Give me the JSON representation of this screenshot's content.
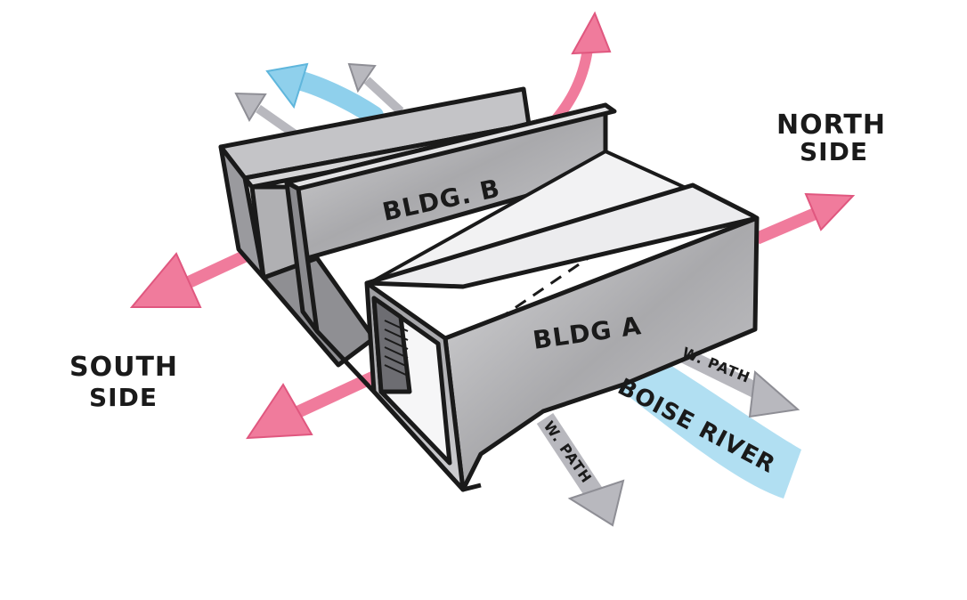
{
  "labels": {
    "north_line1": "NORTH",
    "north_line2": "SIDE",
    "south_line1": "SOUTH",
    "south_line2": "SIDE",
    "bldg_b": "BLDG. B",
    "bldg_a": "BLDG A",
    "river": "BOISE RIVER",
    "path_right": "W. PATH",
    "path_bottom": "W. PATH"
  },
  "colors": {
    "wind_pink": "#f07b9c",
    "river_blue": "#8fd0ec",
    "path_grey": "#b8b8be",
    "building_grey": "#b9b9bb",
    "ink": "#1a1a1a"
  }
}
